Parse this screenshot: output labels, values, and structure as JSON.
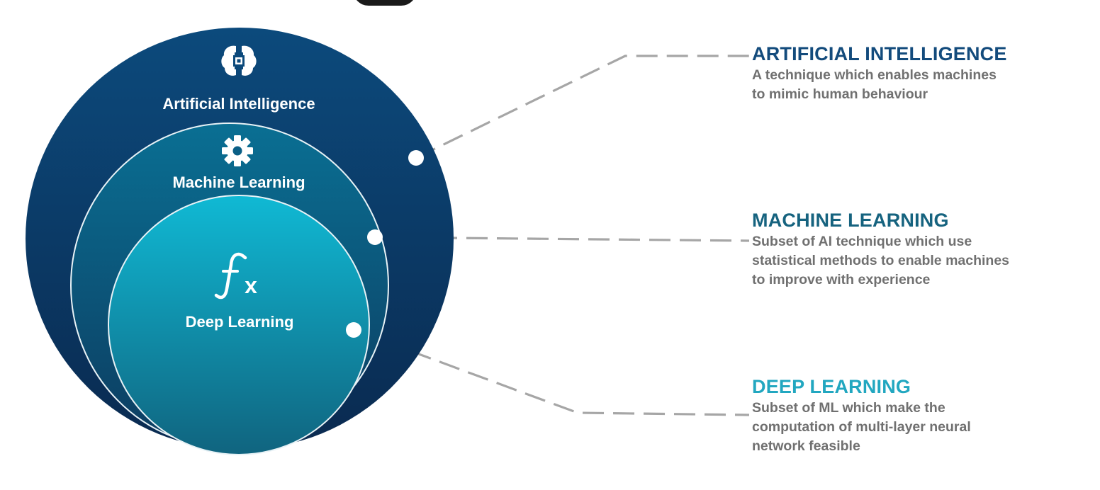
{
  "colors": {
    "ai_heading": "#134b7c",
    "ml_heading": "#16637f",
    "dl_heading": "#22a7c0",
    "desc_text": "#707070",
    "connector": "#a6a6a6",
    "ai_circle_top": "#0c4a7c",
    "ai_circle_bottom": "#0a2a50",
    "ml_circle_top": "#0a6f93",
    "ml_circle_bottom": "#0d3c60",
    "dl_circle_top": "#10b9d4",
    "dl_circle_bottom": "#10647f"
  },
  "circles": {
    "ai": {
      "label": "Artificial Intelligence",
      "icon": "brain-chip-icon"
    },
    "ml": {
      "label": "Machine Learning",
      "icon": "gear-icon"
    },
    "dl": {
      "label": "Deep Learning",
      "icon": "function-fx-icon",
      "icon_text": "x"
    }
  },
  "descriptions": {
    "ai": {
      "heading": "ARTIFICIAL INTELLIGENCE",
      "text": "A technique which enables machines\nto mimic human behaviour"
    },
    "ml": {
      "heading": "MACHINE LEARNING",
      "text": "Subset of AI technique which use\nstatistical methods to enable machines\nto improve with experience"
    },
    "dl": {
      "heading": "DEEP LEARNING",
      "text": "Subset of ML which make the\ncomputation of multi-layer neural\nnetwork feasible"
    }
  }
}
